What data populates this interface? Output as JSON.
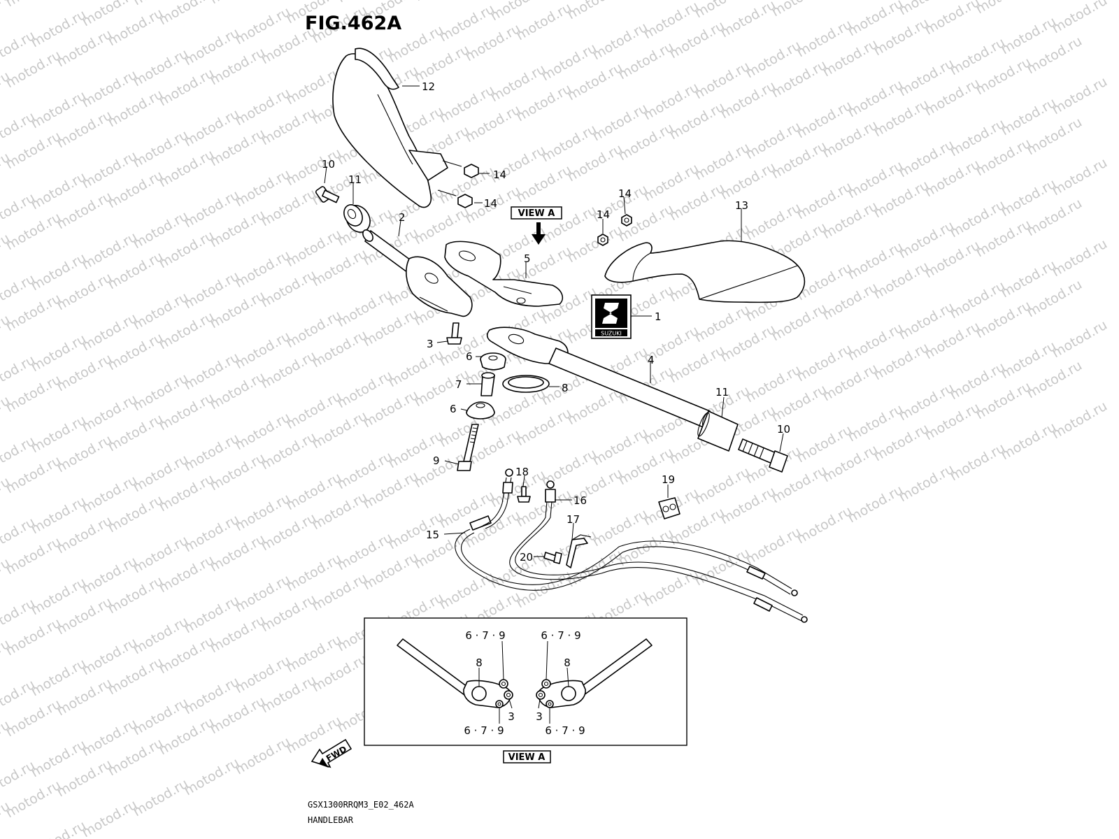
{
  "figure": {
    "title": "FIG.462A",
    "model_code": "GSX1300RRQM3_E02_462A",
    "section_name": "HANDLEBAR",
    "view_label": "VIEW A",
    "detail_label": "VIEW A",
    "fwd_label": "FWD",
    "watermark": "motod.ru"
  },
  "emblem": {
    "text": "SUZUKI"
  },
  "callouts": [
    {
      "id": "c12",
      "text": "12"
    },
    {
      "id": "c14a",
      "text": "14"
    },
    {
      "id": "c14b",
      "text": "14"
    },
    {
      "id": "c10a",
      "text": "10"
    },
    {
      "id": "c11a",
      "text": "11"
    },
    {
      "id": "c2",
      "text": "2"
    },
    {
      "id": "c5",
      "text": "5"
    },
    {
      "id": "c14c",
      "text": "14"
    },
    {
      "id": "c14d",
      "text": "14"
    },
    {
      "id": "c13",
      "text": "13"
    },
    {
      "id": "c1",
      "text": "1"
    },
    {
      "id": "c3",
      "text": "3"
    },
    {
      "id": "c6a",
      "text": "6"
    },
    {
      "id": "c4",
      "text": "4"
    },
    {
      "id": "c7",
      "text": "7"
    },
    {
      "id": "c8",
      "text": "8"
    },
    {
      "id": "c11b",
      "text": "11"
    },
    {
      "id": "c6b",
      "text": "6"
    },
    {
      "id": "c10b",
      "text": "10"
    },
    {
      "id": "c9",
      "text": "9"
    },
    {
      "id": "c18",
      "text": "18"
    },
    {
      "id": "c16",
      "text": "16"
    },
    {
      "id": "c19",
      "text": "19"
    },
    {
      "id": "c17",
      "text": "17"
    },
    {
      "id": "c15",
      "text": "15"
    },
    {
      "id": "c20",
      "text": "20"
    }
  ],
  "detail_callouts": [
    {
      "id": "d1",
      "text": "6 · 7 · 9"
    },
    {
      "id": "d2",
      "text": "6 · 7 · 9"
    },
    {
      "id": "d3",
      "text": "8"
    },
    {
      "id": "d4",
      "text": "8"
    },
    {
      "id": "d5",
      "text": "3"
    },
    {
      "id": "d6",
      "text": "3"
    },
    {
      "id": "d7",
      "text": "6 · 7 · 9"
    },
    {
      "id": "d8",
      "text": "6 · 7 · 9"
    }
  ]
}
